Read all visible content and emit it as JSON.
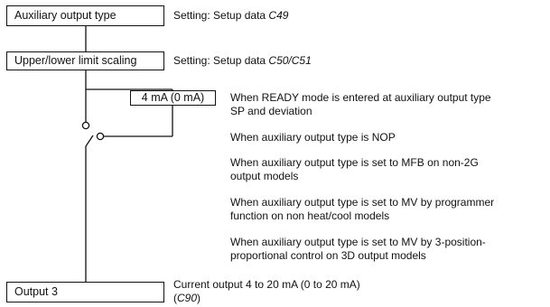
{
  "boxes": {
    "aux_type": "Auxiliary output type",
    "scaling": "Upper/lower limit scaling",
    "fixed_current": "4 mA (0 mA)",
    "output3": "Output 3"
  },
  "settings": {
    "aux_type_prefix": "Setting: Setup data ",
    "aux_type_code": "C49",
    "scaling_prefix": "Setting: Setup data ",
    "scaling_code": "C50/C51"
  },
  "conditions": [
    {
      "line1": "When READY mode is entered at auxiliary output type",
      "line2": "SP and deviation"
    },
    {
      "line1": "When auxiliary output type is NOP",
      "line2": ""
    },
    {
      "line1": "When auxiliary output type is set to MFB on non-2G",
      "line2": "output models"
    },
    {
      "line1": "When auxiliary output type is set to MV by programmer",
      "line2": "function on non heat/cool models"
    },
    {
      "line1": "When auxiliary output type is set to MV by 3-position-",
      "line2": "proportional control on 3D output models"
    }
  ],
  "output": {
    "line1": "Current output 4 to 20 mA (0 to 20 mA)",
    "line2_open": "(",
    "line2_code": "C90",
    "line2_close": ")"
  }
}
